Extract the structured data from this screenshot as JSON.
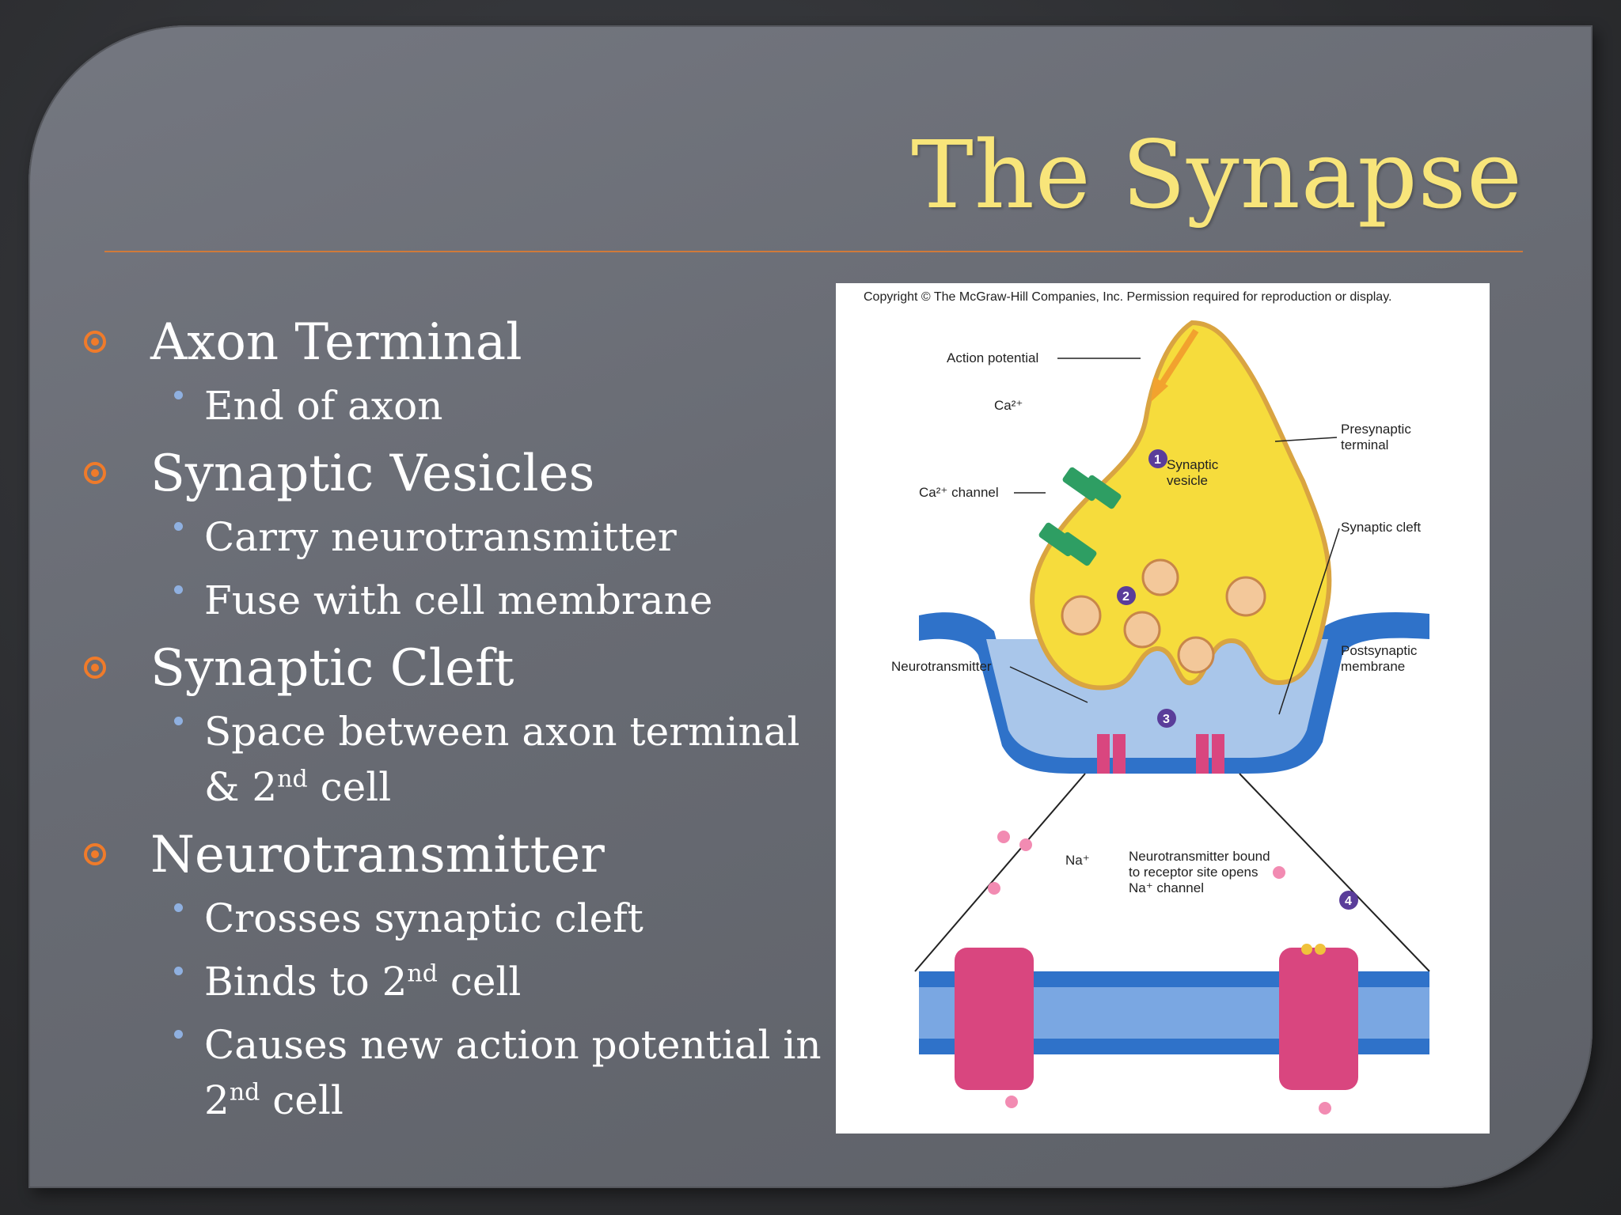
{
  "slide": {
    "title": "The Synapse",
    "bullets": [
      {
        "heading": "Axon Terminal",
        "subs": [
          {
            "text": "End of axon"
          }
        ]
      },
      {
        "heading": "Synaptic Vesicles",
        "subs": [
          {
            "text": "Carry neurotransmitter"
          },
          {
            "text": "Fuse with cell membrane"
          }
        ]
      },
      {
        "heading": "Synaptic Cleft",
        "subs": [
          {
            "before": "Space between axon terminal & 2",
            "sup": "nd",
            "after": " cell"
          }
        ]
      },
      {
        "heading": "Neurotransmitter",
        "subs": [
          {
            "text": "Crosses synaptic cleft"
          },
          {
            "before": "Binds to 2",
            "sup": "nd",
            "after": " cell"
          },
          {
            "before": "Causes new action potential in 2",
            "sup": "nd",
            "after": " cell"
          }
        ]
      }
    ]
  },
  "figure": {
    "copyright": "Copyright © The McGraw-Hill Companies, Inc. Permission required for reproduction or display.",
    "labels": {
      "action_potential": "Action potential",
      "ca": "Ca²⁺",
      "ca_channel": "Ca²⁺ channel",
      "synaptic_vesicle_1": "Synaptic",
      "synaptic_vesicle_2": "vesicle",
      "presynaptic_1": "Presynaptic",
      "presynaptic_2": "terminal",
      "synaptic_cleft": "Synaptic cleft",
      "neurotransmitter": "Neurotransmitter",
      "postsynaptic_1": "Postsynaptic",
      "postsynaptic_2": "membrane",
      "na": "Na⁺",
      "bound_1": "Neurotransmitter bound",
      "bound_2": "to receptor site opens",
      "bound_3": "Na⁺ channel"
    },
    "steps": [
      "1",
      "2",
      "3",
      "4"
    ],
    "colors": {
      "terminal_fill": "#f6dc3c",
      "terminal_edge": "#d9a441",
      "membrane_blue": "#2f72c9",
      "cleft_fill": "#a9c6ea",
      "channel_green": "#2e9e63",
      "receptor_pink": "#d9467f",
      "step_badge": "#5a3d9a"
    }
  }
}
